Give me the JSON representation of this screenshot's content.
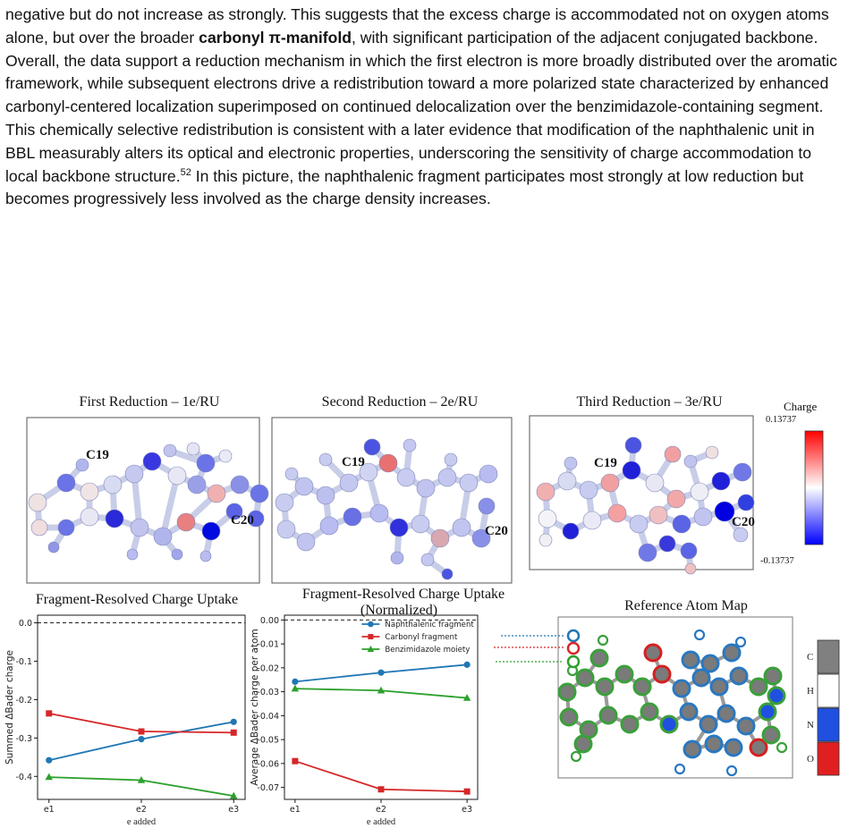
{
  "paragraph": {
    "p1": "negative but do not increase as strongly. This suggests that the excess charge is accommodated not on oxygen atoms alone, but over the broader ",
    "bold1": "carbonyl π-manifold",
    "p2": ", with significant participation of the adjacent conjugated backbone. Overall, the data support a reduction mechanism in which the first electron is more broadly distributed over the aromatic framework, while subsequent electrons drive a redistribution toward a more polarized state characterized by enhanced carbonyl-centered localization superimposed on continued delocalization over the benzimidazole-containing segment. This chemically selective redistribution is consistent with a later evidence that modification of the naphthalenic unit in BBL measurably alters its optical and electronic properties, underscoring the sensitivity of charge accommodation to local backbone structure.",
    "ref": "52",
    "p3": " In this picture, the naphthalenic fragment participates most strongly at low reduction but becomes progressively less involved as the charge density increases."
  },
  "panels": {
    "first_title": "First Reduction – 1e/RU",
    "second_title": "Second Reduction – 2e/RU",
    "third_title": "Third Reduction – 3e/RU",
    "label_c19": "C19",
    "label_c20": "C20"
  },
  "colorbar": {
    "title": "Charge",
    "max_label": "0.13737",
    "min_label": "-0.13737",
    "high_color": "#ff0000",
    "mid_color": "#ffffff",
    "low_color": "#0000ff"
  },
  "atom_map": {
    "title": "Reference Atom Map",
    "legend": [
      "C",
      "H",
      "N",
      "O"
    ],
    "legend_colors": [
      "#808080",
      "#ffffff",
      "#2050e0",
      "#e02020"
    ]
  },
  "chart_data": [
    {
      "type": "line",
      "title": "Fragment-Resolved Charge Uptake",
      "xlabel": "e added",
      "ylabel": "Summed ΔBader charge",
      "categories": [
        "e1",
        "e2",
        "e3"
      ],
      "ylim": [
        -0.46,
        0.02
      ],
      "yticks": [
        "0.0",
        "-0.1",
        "-0.2",
        "-0.3",
        "-0.4"
      ],
      "reference_line": 0,
      "series": [
        {
          "values": [
            -0.358,
            -0.303,
            -0.258
          ],
          "color": "#1f77b4",
          "marker": "circle"
        },
        {
          "values": [
            -0.236,
            -0.283,
            -0.286
          ],
          "color": "#d62728",
          "marker": "square"
        },
        {
          "values": [
            -0.402,
            -0.41,
            -0.451
          ],
          "color": "#2ca02c",
          "marker": "triangle"
        }
      ]
    },
    {
      "type": "line",
      "title": "Fragment-Resolved Charge Uptake",
      "subtitle": "(Normalized)",
      "xlabel": "e added",
      "ylabel": "Average ΔBader charge per atom",
      "categories": [
        "e1",
        "e2",
        "e3"
      ],
      "ylim": [
        -0.075,
        0.002
      ],
      "yticks": [
        "0.00",
        "-0.01",
        "-0.02",
        "-0.03",
        "-0.04",
        "-0.05",
        "-0.06",
        "-0.07"
      ],
      "reference_line": 0,
      "legend": "top-right",
      "series": [
        {
          "name": "Naphthalenic fragment",
          "values": [
            -0.0258,
            -0.022,
            -0.0187
          ],
          "color": "#1f77b4",
          "marker": "circle"
        },
        {
          "name": "Carbonyl fragment",
          "values": [
            -0.059,
            -0.0708,
            -0.0717
          ],
          "color": "#d62728",
          "marker": "square"
        },
        {
          "name": "Benzimidazole moiety",
          "values": [
            -0.0287,
            -0.0295,
            -0.0326
          ],
          "color": "#2ca02c",
          "marker": "triangle"
        }
      ]
    }
  ]
}
